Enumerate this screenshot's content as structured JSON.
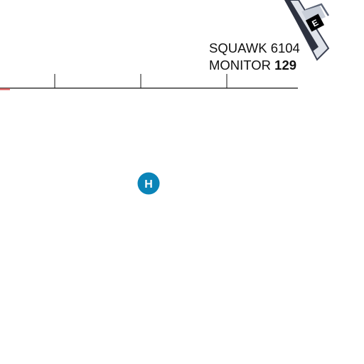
{
  "route_box": {
    "squawk_label": "SQUAWK",
    "squawk_code": "6104",
    "monitor_label": "MONITOR",
    "monitor_freq": "129"
  },
  "markers": {
    "heliport_symbol": "H",
    "exit_badge": "E"
  },
  "colors": {
    "heliport": "#0a84b8",
    "scale_accent": "#e06666",
    "runway_fill": "#dfe3ea",
    "runway_outline": "#3b4152",
    "line": "#111111"
  },
  "icons": [
    "heliport-icon",
    "runway-icon",
    "exit-badge-icon"
  ]
}
